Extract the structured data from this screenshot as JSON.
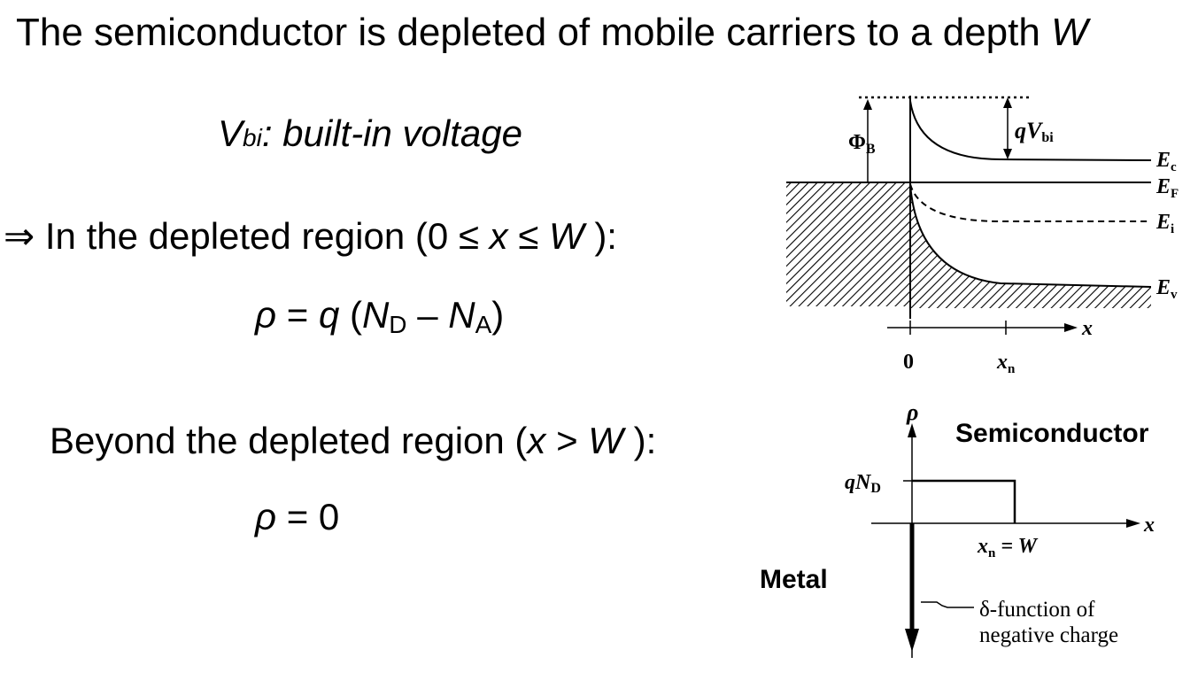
{
  "title": {
    "prefix": "The semiconductor is depleted of mobile carriers to a depth ",
    "var": "W"
  },
  "vbi_line": {
    "symbol": "V",
    "sub": "bi",
    "rest": ": built-in voltage"
  },
  "depleted_line": {
    "arrow": "⇒",
    "text": " In the depleted region (0 ≤ ",
    "x": "x",
    "le": " ≤ ",
    "w": "W",
    "end": " ):"
  },
  "rho_depleted": {
    "rho": "ρ",
    "eq": " = ",
    "q": "q",
    "open": " (",
    "nd": "N",
    "nd_sub": "D",
    "minus": " – ",
    "na": "N",
    "na_sub": "A",
    "close": ")"
  },
  "beyond_line": {
    "text": "Beyond the depleted region (",
    "x": "x",
    "gt": " > ",
    "w": "W",
    "end": " ):"
  },
  "rho_beyond": {
    "rho": "ρ",
    "eq": " = 0"
  },
  "band_diagram": {
    "phi_b": "Φ",
    "phi_b_sub": "B",
    "qvbi": "qV",
    "qvbi_sub": "bi",
    "ec": "E",
    "ec_sub": "c",
    "ef": "E",
    "ef_sub": "F",
    "ei": "E",
    "ei_sub": "i",
    "ev": "E",
    "ev_sub": "v",
    "axis_x": "x",
    "tick_0": "0",
    "tick_xn": "x",
    "tick_xn_sub": "n"
  },
  "charge_diagram": {
    "axis_rho": "ρ",
    "axis_x": "x",
    "qnd": "qN",
    "qnd_sub": "D",
    "xn_w": "x",
    "xn_w_sub": "n",
    "xn_w_rest": " = W",
    "delta_line1": "δ-function of",
    "delta_line2": "negative charge",
    "label_semiconductor": "Semiconductor",
    "label_metal": "Metal"
  }
}
